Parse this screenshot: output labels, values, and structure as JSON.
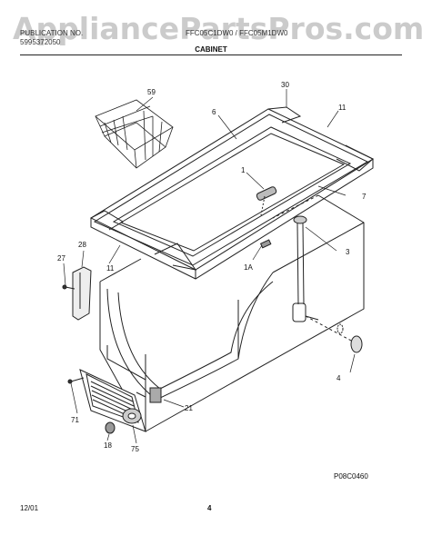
{
  "watermark": "AppliancePartsPros.com",
  "header": {
    "left_line1": "PUBLICATION NO.",
    "left_line2": "5995372050",
    "right": "FFC05C1DW0 / FFC05M1DW0",
    "section_title": "CABINET"
  },
  "callouts": {
    "c59": "59",
    "c30": "30",
    "c6": "6",
    "c11a": "11",
    "c1": "1",
    "c7": "7",
    "c28": "28",
    "c27": "27",
    "c11b": "11",
    "c1A": "1A",
    "c3": "3",
    "c4": "4",
    "c21": "21",
    "c71": "71",
    "c18": "18",
    "c75": "75"
  },
  "diagram_id": "P08C0460",
  "footer": {
    "date": "12/01",
    "page": "4"
  }
}
